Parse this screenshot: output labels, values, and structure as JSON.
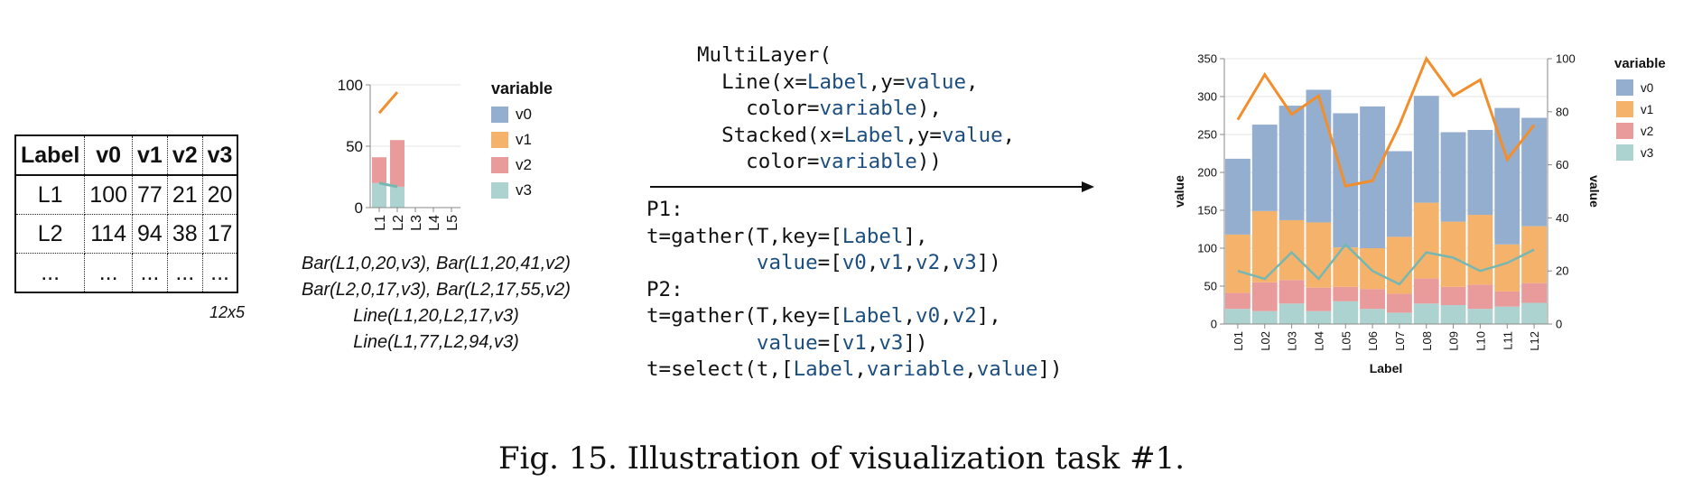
{
  "table": {
    "headers": [
      "Label",
      "v0",
      "v1",
      "v2",
      "v3"
    ],
    "rows": [
      [
        "L1",
        "100",
        "77",
        "21",
        "20"
      ],
      [
        "L2",
        "114",
        "94",
        "38",
        "17"
      ],
      [
        "...",
        "...",
        "...",
        "...",
        "..."
      ]
    ],
    "shape": "12x5"
  },
  "primitives": [
    "Bar(L1,0,20,v3), Bar(L1,20,41,v2)",
    "Bar(L2,0,17,v3), Bar(L2,17,55,v2)",
    "Line(L1,20,L2,17,v3)",
    "Line(L1,77,L2,94,v3)"
  ],
  "program_text": "MultiLayer(\n  Line(x=Label,y=value,\n    color=variable),\n  Stacked(x=Label,y=value,\n    color=variable))",
  "programs_text": "P1:\nt=gather(T,key=[Label],\n         value=[v0,v1,v2,v3])\nP2:\nt=gather(T,key=[Label,v0,v2],\n         value=[v1,v3])\nt=select(t,[Label,variable,value])",
  "code_keywords": [
    "Label",
    "value",
    "variable",
    "v0",
    "v1",
    "v2",
    "v3"
  ],
  "caption": "Fig. 15.  Illustration of visualization task #1.",
  "colors": {
    "v0": "#94aecf",
    "v1": "#f5b26b",
    "v2": "#e99a9b",
    "v3": "#acd3cf",
    "line_v1": "#f28e2b",
    "line_v3": "#76b7b2"
  },
  "chart_data": [
    {
      "type": "bar",
      "stacked": true,
      "categories": [
        "L1",
        "L2",
        "L3",
        "L4",
        "L5"
      ],
      "series": [
        {
          "name": "v3",
          "values": [
            20,
            17,
            0,
            0,
            0
          ]
        },
        {
          "name": "v2",
          "values": [
            21,
            38,
            0,
            0,
            0
          ]
        }
      ],
      "lines": [
        {
          "name": "v3",
          "x": [
            "L1",
            "L2"
          ],
          "y": [
            20,
            17
          ]
        },
        {
          "name": "v1",
          "x": [
            "L1",
            "L2"
          ],
          "y": [
            77,
            94
          ]
        }
      ],
      "yticks": [
        0,
        50,
        100
      ],
      "ylim": [
        0,
        100
      ],
      "legend_title": "variable",
      "legend": [
        "v0",
        "v1",
        "v2",
        "v3"
      ],
      "legend_placement": "right",
      "grid": true
    },
    {
      "type": "bar",
      "stacked": true,
      "categories": [
        "L01",
        "L02",
        "L03",
        "L04",
        "L05",
        "L06",
        "L07",
        "L08",
        "L09",
        "L10",
        "L11",
        "L12"
      ],
      "series": [
        {
          "name": "v3",
          "values": [
            20,
            17,
            27,
            17,
            30,
            20,
            15,
            27,
            25,
            20,
            23,
            28
          ]
        },
        {
          "name": "v2",
          "values": [
            21,
            38,
            31,
            31,
            19,
            26,
            25,
            33,
            24,
            32,
            20,
            26
          ]
        },
        {
          "name": "v1",
          "values": [
            77,
            94,
            79,
            86,
            52,
            54,
            75,
            100,
            86,
            92,
            62,
            75
          ]
        },
        {
          "name": "v0",
          "values": [
            100,
            114,
            151,
            175,
            177,
            187,
            113,
            141,
            118,
            112,
            180,
            143
          ]
        }
      ],
      "lines": [
        {
          "name": "v1",
          "axis": "right",
          "y": [
            77,
            94,
            79,
            86,
            52,
            54,
            75,
            100,
            86,
            92,
            62,
            75
          ]
        },
        {
          "name": "v3",
          "axis": "right",
          "y": [
            20,
            17,
            27,
            17,
            30,
            20,
            15,
            27,
            25,
            20,
            23,
            28
          ]
        }
      ],
      "xlabel": "Label",
      "ylabel": "value",
      "ylabel_right": "value",
      "ylim": [
        0,
        350
      ],
      "yticks": [
        0,
        50,
        100,
        150,
        200,
        250,
        300,
        350
      ],
      "ylim_right": [
        0,
        100
      ],
      "yticks_right": [
        0,
        20,
        40,
        60,
        80,
        100
      ],
      "legend_title": "variable",
      "legend": [
        "v0",
        "v1",
        "v2",
        "v3"
      ],
      "legend_placement": "right",
      "grid": true
    }
  ]
}
